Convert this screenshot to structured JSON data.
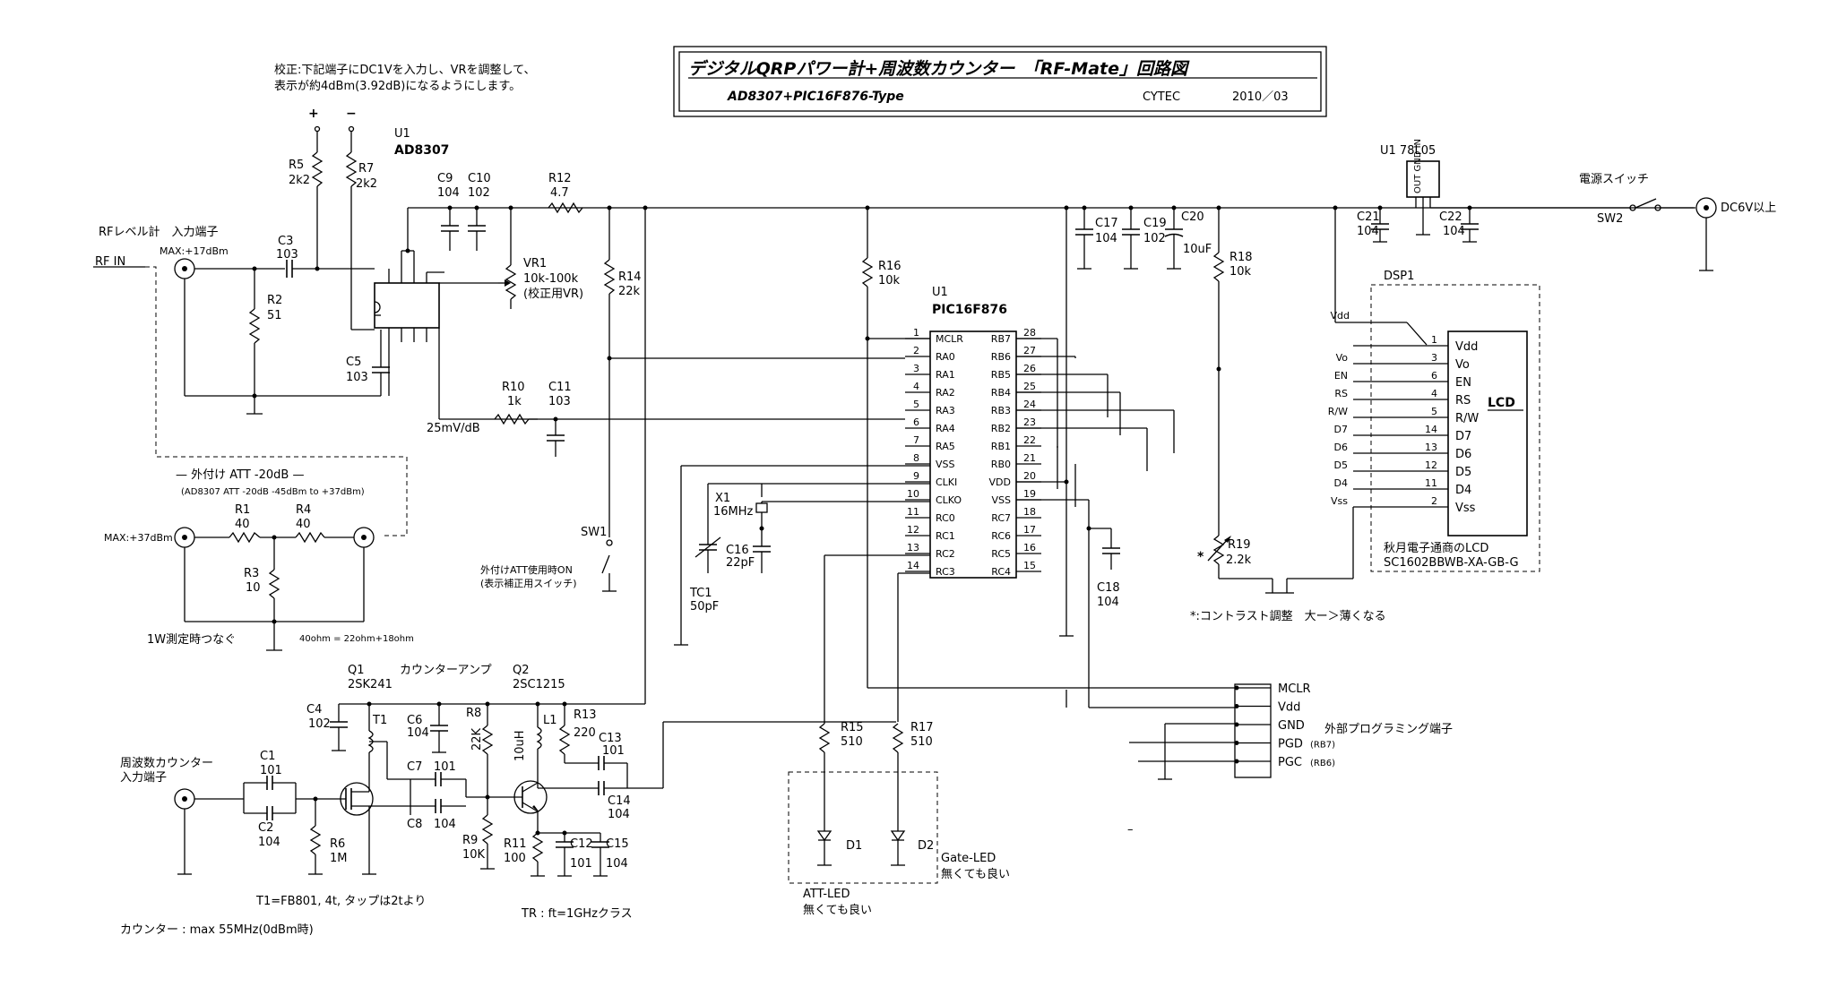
{
  "title": {
    "main": "デジタルQRPパワー計+周波数カウンター　「RF-Mate」回路図",
    "sub": "AD8307+PIC16F876-Type",
    "company": "CYTEC",
    "date": "2010／03"
  },
  "calibration": {
    "line1": "校正:下記端子にDC1Vを入力し、VRを調整して、",
    "line2": "表示が約4dBm(3.92dB)になるようにします。",
    "plus": "+",
    "minus": "−"
  },
  "rf_input": {
    "label": "RFレベル計　入力端子",
    "max": "MAX:+17dBm",
    "rf_in": "RF IN"
  },
  "att": {
    "title": "— 外付け ATT -20dB —",
    "range": "(AD8307 ATT -20dB  -45dBm to +37dBm)",
    "max": "MAX:+37dBm",
    "note_1w": "1W測定時つなぐ",
    "ohm_note": "40ohm = 22ohm+18ohm"
  },
  "parts": {
    "u1_ad": "U1",
    "ad8307": "AD8307",
    "r5": "R5",
    "r5v": "2k2",
    "r7": "R7",
    "r7v": "2k2",
    "c3": "C3",
    "c3v": "103",
    "r2": "R2",
    "r2v": "51",
    "c5": "C5",
    "c5v": "103",
    "c9": "C9",
    "c9v": "104",
    "c10": "C10",
    "c10v": "102",
    "r12": "R12",
    "r12v": "4.7",
    "vr1": "VR1",
    "vr1v": "10k-100k",
    "vr1n": "(校正用VR)",
    "r14": "R14",
    "r14v": "22k",
    "r10": "R10",
    "r10v": "1k",
    "c11": "C11",
    "c11v": "103",
    "mvdb": "25mV/dB",
    "r1": "R1",
    "r1v": "40",
    "r4": "R4",
    "r4v": "40",
    "r3": "R3",
    "r3v": "10",
    "sw1": "SW1",
    "sw1n1": "外付けATT使用時ON",
    "sw1n2": "(表示補正用スイッチ)",
    "r16": "R16",
    "r16v": "10k",
    "u1_pic": "U1",
    "pic": "PIC16F876",
    "x1": "X1",
    "x1v": "16MHz",
    "c16": "C16",
    "c16v": "22pF",
    "tc1": "TC1",
    "tc1v": "50pF",
    "c17": "C17",
    "c17v": "104",
    "c19": "C19",
    "c19v": "102",
    "c20": "C20",
    "c20v": "10uF",
    "r18": "R18",
    "r18v": "10k",
    "r19": "R19",
    "r19v": "2.2k",
    "star": "*",
    "c18": "C18",
    "c18v": "104",
    "reg": "U1  78L05",
    "reg_pins": "OUT GND IN",
    "c21": "C21",
    "c21v": "104",
    "c22": "C22",
    "c22v": "104",
    "psw": "電源スイッチ",
    "sw2": "SW2",
    "dc": "DC6V以上",
    "dsp1": "DSP1",
    "lcd": "LCD",
    "lcd_note1": "秋月電子通商のLCD",
    "lcd_note2": "SC1602BBWB-XA-GB-G",
    "contrast": "*:コントラスト調整　大ー＞薄くなる",
    "q1": "Q1",
    "q1v": "2SK241",
    "amp": "カウンターアンプ",
    "q2": "Q2",
    "q2v": "2SC1215",
    "c4": "C4",
    "c4v": "102",
    "t1": "T1",
    "c6": "C6",
    "c6v": "104",
    "r8": "R8",
    "r8v": "22K",
    "l1": "L1",
    "l1v": "10uH",
    "r13": "R13",
    "r13v": "220",
    "c13": "C13",
    "c13v": "101",
    "c14": "C14",
    "c14v": "104",
    "c1": "C1",
    "c1v": "101",
    "c2": "C2",
    "c2v": "104",
    "c7": "C7",
    "c7v": "101",
    "c8": "C8",
    "c8v": "104",
    "r6": "R6",
    "r6v": "1M",
    "r9": "R9",
    "r9v": "10K",
    "r11": "R11",
    "r11v": "100",
    "c12": "C12",
    "c12v": "101",
    "c15": "C15",
    "c15v": "104",
    "cnt_in1": "周波数カウンター",
    "cnt_in2": "入力端子",
    "t1note": "T1=FB801, 4t, タップは2tより",
    "trnote": "TR : ft=1GHzクラス",
    "cntmax": "カウンター : max  55MHz(0dBm時)",
    "r15": "R15",
    "r15v": "510",
    "r17": "R17",
    "r17v": "510",
    "d1": "D1",
    "d2": "D2",
    "gate1": "Gate-LED",
    "gate2": "無くても良い",
    "att1": "ATT-LED",
    "att2": "無くても良い",
    "prog": "外部プログラミング端子",
    "dash": "–"
  },
  "pic_pins_left": [
    {
      "n": "1",
      "name": "MCLR"
    },
    {
      "n": "2",
      "name": "RA0"
    },
    {
      "n": "3",
      "name": "RA1"
    },
    {
      "n": "4",
      "name": "RA2"
    },
    {
      "n": "5",
      "name": "RA3"
    },
    {
      "n": "6",
      "name": "RA4"
    },
    {
      "n": "7",
      "name": "RA5"
    },
    {
      "n": "8",
      "name": "VSS"
    },
    {
      "n": "9",
      "name": "CLKI"
    },
    {
      "n": "10",
      "name": "CLKO"
    },
    {
      "n": "11",
      "name": "RC0"
    },
    {
      "n": "12",
      "name": "RC1"
    },
    {
      "n": "13",
      "name": "RC2"
    },
    {
      "n": "14",
      "name": "RC3"
    }
  ],
  "pic_pins_right": [
    {
      "n": "28",
      "name": "RB7"
    },
    {
      "n": "27",
      "name": "RB6"
    },
    {
      "n": "26",
      "name": "RB5"
    },
    {
      "n": "25",
      "name": "RB4"
    },
    {
      "n": "24",
      "name": "RB3"
    },
    {
      "n": "23",
      "name": "RB2"
    },
    {
      "n": "22",
      "name": "RB1"
    },
    {
      "n": "21",
      "name": "RB0"
    },
    {
      "n": "20",
      "name": "VDD"
    },
    {
      "n": "19",
      "name": "VSS"
    },
    {
      "n": "18",
      "name": "RC7"
    },
    {
      "n": "17",
      "name": "RC6"
    },
    {
      "n": "16",
      "name": "RC5"
    },
    {
      "n": "15",
      "name": "RC4"
    }
  ],
  "lcd_pins": [
    {
      "n": "1",
      "name": "Vdd",
      "net": ""
    },
    {
      "n": "3",
      "name": "Vo",
      "net": "Vo"
    },
    {
      "n": "6",
      "name": "EN",
      "net": "EN"
    },
    {
      "n": "4",
      "name": "RS",
      "net": "RS"
    },
    {
      "n": "5",
      "name": "R/W",
      "net": "R/W"
    },
    {
      "n": "14",
      "name": "D7",
      "net": "D7"
    },
    {
      "n": "13",
      "name": "D6",
      "net": "D6"
    },
    {
      "n": "12",
      "name": "D5",
      "net": "D5"
    },
    {
      "n": "11",
      "name": "D4",
      "net": "D4"
    },
    {
      "n": "2",
      "name": "Vss",
      "net": "Vss"
    }
  ],
  "lcd_vdd_net": "Vdd",
  "prog_pins": [
    {
      "name": "MCLR"
    },
    {
      "name": "Vdd"
    },
    {
      "name": "GND"
    },
    {
      "name": "PGD",
      "sub": "(RB7)"
    },
    {
      "name": "PGC",
      "sub": "(RB6)"
    }
  ]
}
